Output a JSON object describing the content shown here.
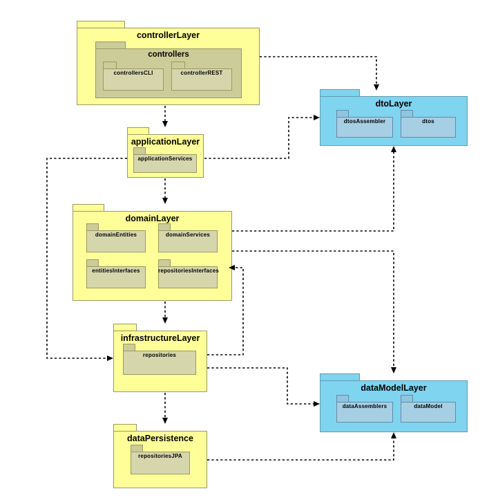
{
  "diagram": {
    "type": "uml-package-diagram",
    "title": "",
    "colors": {
      "layer_yellow": "#ffff99",
      "layer_blue": "#7fd4f0",
      "inner_olive": "#cccc99",
      "leaf_olive": "#d6d6ad",
      "leaf_blue": "#a6cfe3",
      "border": "#999966",
      "border_blue": "#6699aa",
      "edge": "#000000"
    }
  },
  "packages": {
    "controllerLayer": {
      "label": "controllerLayer",
      "children": {
        "controllers": {
          "label": "controllers",
          "children": {
            "controllersCLI": {
              "label": "controllersCLI"
            },
            "controllerREST": {
              "label": "controllerREST"
            }
          }
        }
      }
    },
    "dtoLayer": {
      "label": "dtoLayer",
      "children": {
        "dtosAssembler": {
          "label": "dtosAssembler"
        },
        "dtos": {
          "label": "dtos"
        }
      }
    },
    "applicationLayer": {
      "label": "applicationLayer",
      "children": {
        "applicationServices": {
          "label": "applicationServices"
        }
      }
    },
    "domainLayer": {
      "label": "domainLayer",
      "children": {
        "domainEntities": {
          "label": "domainEntities"
        },
        "domainServices": {
          "label": "domainServices"
        },
        "entitiesInterfaces": {
          "label": "entitiesInterfaces"
        },
        "repositoriesInterfaces": {
          "label": "repositoriesInterfaces"
        }
      }
    },
    "infrastructureLayer": {
      "label": "infrastructureLayer",
      "children": {
        "repositories": {
          "label": "repositories"
        }
      }
    },
    "dataModelLayer": {
      "label": "dataModelLayer",
      "children": {
        "dataAssemblers": {
          "label": "dataAssemblers"
        },
        "dataModel": {
          "label": "dataModel"
        }
      }
    },
    "dataPersistence": {
      "label": "dataPersistence",
      "children": {
        "repositoriesJPA": {
          "label": "repositoriesJPA"
        }
      }
    }
  },
  "dependencies": [
    {
      "from": "controllers",
      "to": "dtoLayer",
      "style": "dashed-arrow"
    },
    {
      "from": "controllerLayer",
      "to": "applicationLayer",
      "style": "dashed-arrow"
    },
    {
      "from": "applicationServices",
      "to": "dtosAssembler",
      "style": "dashed-arrow"
    },
    {
      "from": "applicationLayer",
      "to": "domainLayer",
      "style": "dashed-arrow"
    },
    {
      "from": "applicationLayer",
      "to": "infrastructureLayer",
      "style": "dashed-arrow"
    },
    {
      "from": "domainServices",
      "to": "dtoLayer",
      "style": "dashed-arrow"
    },
    {
      "from": "domainLayer",
      "to": "dataModelLayer",
      "style": "dashed-arrow"
    },
    {
      "from": "repositories",
      "to": "repositoriesInterfaces",
      "style": "dashed-arrow"
    },
    {
      "from": "domainLayer",
      "to": "infrastructureLayer",
      "style": "dashed-arrow"
    },
    {
      "from": "repositories",
      "to": "dataAssemblers",
      "style": "dashed-arrow"
    },
    {
      "from": "infrastructureLayer",
      "to": "dataPersistence",
      "style": "dashed-arrow"
    },
    {
      "from": "dataPersistence",
      "to": "dataModelLayer",
      "style": "dashed-arrow"
    }
  ]
}
